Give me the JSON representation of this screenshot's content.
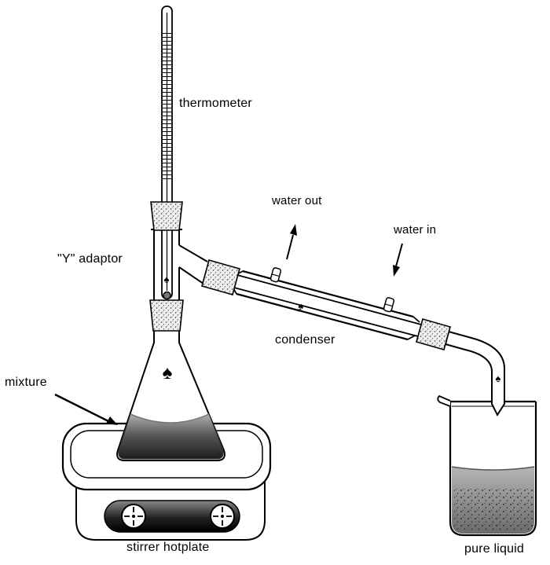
{
  "labels": {
    "thermometer": "thermometer",
    "water_out": "water out",
    "water_in": "water in",
    "y_adaptor": "\"Y\" adaptor",
    "condenser": "condenser",
    "mixture": "mixture",
    "stirrer_hotplate": "stirrer hotplate",
    "pure_liquid": "pure liquid"
  },
  "symbols": {
    "maker_mark": "♠"
  },
  "colors": {
    "background": "#ffffff",
    "line": "#000000",
    "flask_liquid_top": "#b0b0b0",
    "flask_liquid_bottom": "#1c1c1c",
    "beaker_liquid_top": "#b5b5b5",
    "beaker_liquid_bottom": "#6b6b6b",
    "control_panel": "#000000"
  }
}
